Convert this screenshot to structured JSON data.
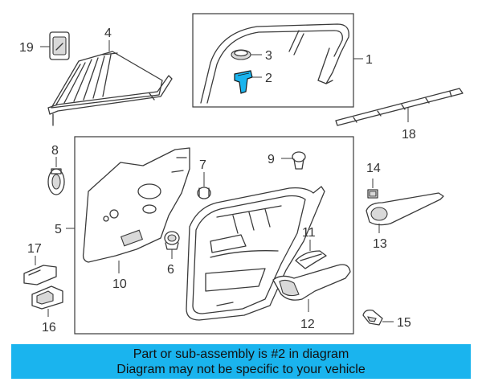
{
  "callouts": {
    "c1": "1",
    "c2": "2",
    "c3": "3",
    "c4": "4",
    "c5": "5",
    "c6": "6",
    "c7": "7",
    "c8": "8",
    "c9": "9",
    "c10": "10",
    "c11": "11",
    "c12": "12",
    "c13": "13",
    "c14": "14",
    "c15": "15",
    "c16": "16",
    "c17": "17",
    "c18": "18",
    "c19": "19"
  },
  "highlight_part": "2",
  "colors": {
    "banner": "#1ab4ee",
    "highlight": "#1ab4ee",
    "line": "#3a3a3a"
  },
  "banner": {
    "line1": "Part or sub-assembly is #2 in diagram",
    "line2": "Diagram may not be specific to your vehicle"
  }
}
